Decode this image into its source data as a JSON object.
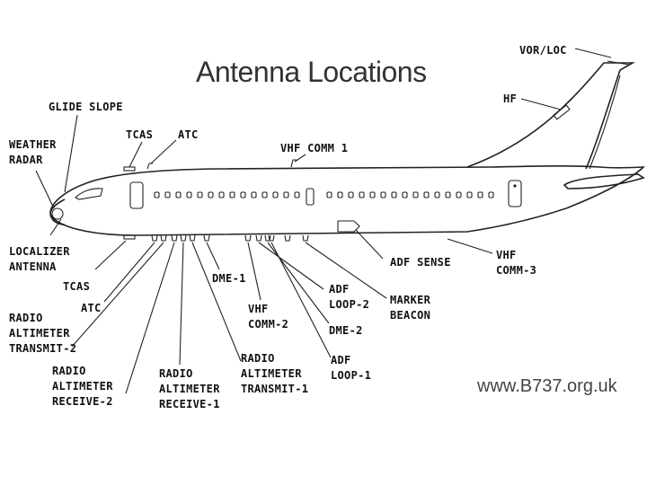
{
  "title": "Antenna Locations",
  "website": "www.B737.org.uk",
  "labels": {
    "vor_loc": "VOR/LOC",
    "hf": "HF",
    "glide_slope": "GLIDE SLOPE",
    "tcas_top": "TCAS",
    "atc_top": "ATC",
    "vhf_comm_1": "VHF COMM 1",
    "weather_radar": "WEATHER\nRADAR",
    "localizer_antenna": "LOCALIZER\nANTENNA",
    "tcas_bottom": "TCAS",
    "atc_bottom": "ATC",
    "radio_altimeter_transmit_2": "RADIO\nALTIMETER\nTRANSMIT-2",
    "radio_altimeter_receive_2": "RADIO\nALTIMETER\nRECEIVE-2",
    "radio_altimeter_receive_1": "RADIO\nALTIMETER\nRECEIVE-1",
    "radio_altimeter_transmit_1": "RADIO\nALTIMETER\nTRANSMIT-1",
    "dme_1": "DME-1",
    "vhf_comm_2": "VHF\nCOMM-2",
    "adf_loop_2": "ADF\nLOOP-2",
    "dme_2": "DME-2",
    "adf_loop_1": "ADF\nLOOP-1",
    "marker_beacon": "MARKER\nBEACON",
    "adf_sense": "ADF SENSE",
    "vhf_comm_3": "VHF\nCOMM-3"
  }
}
